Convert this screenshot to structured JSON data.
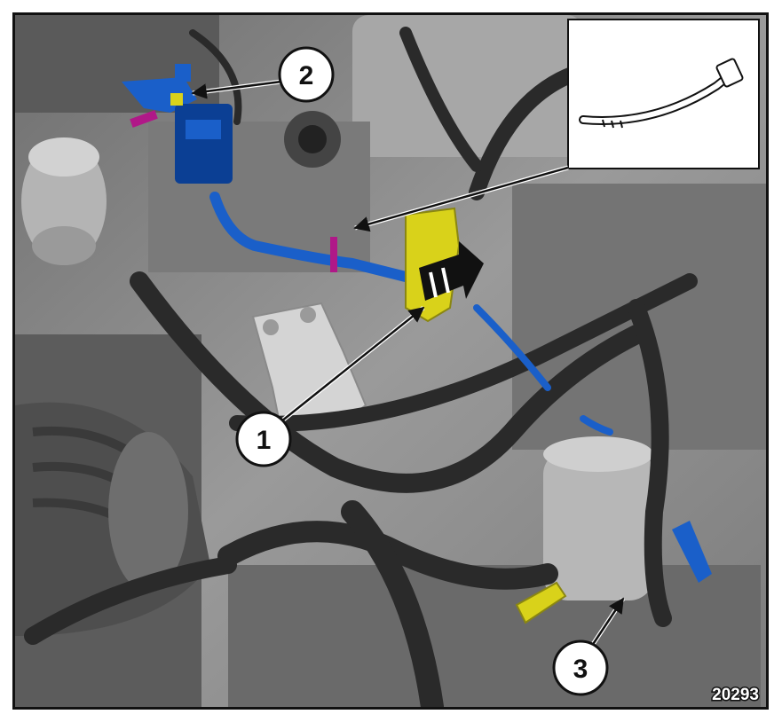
{
  "figure": {
    "reference": "20293"
  },
  "callouts": [
    {
      "id": "1",
      "label": "1"
    },
    {
      "id": "2",
      "label": "2"
    },
    {
      "id": "3",
      "label": "3"
    }
  ],
  "colors": {
    "background_gray": "#8d8d8d",
    "component_blue": "#1a5fc9",
    "connector_dark_blue": "#0b3f94",
    "clip_yellow": "#d9d21a",
    "tie_magenta": "#b01888",
    "hose_black": "#2a2a2a"
  },
  "inset": {
    "content": "cable-tie-icon"
  }
}
